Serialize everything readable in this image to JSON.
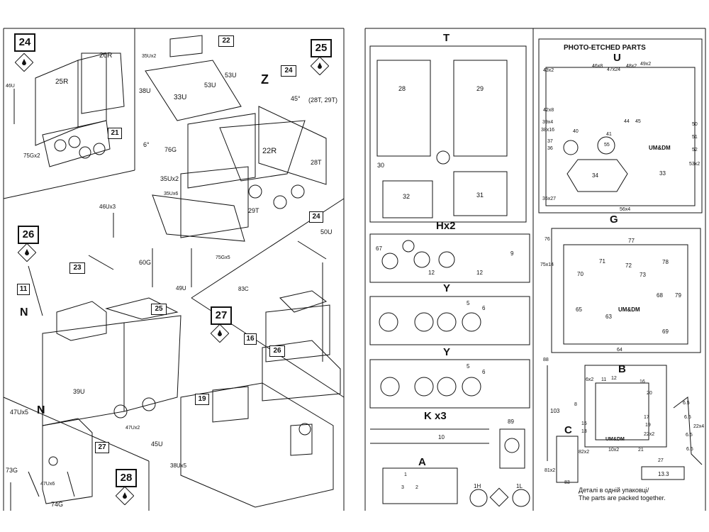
{
  "left_page": {
    "steps": [
      {
        "number": "24",
        "parts": [
          "26R",
          "25R",
          "21",
          "46U",
          "75Gx2"
        ]
      },
      {
        "number": "25",
        "parts": [
          "22",
          "35Ux2",
          "53U",
          "33U",
          "53U",
          "38U",
          "6°",
          "76G",
          "35Ux2",
          "35Ux6",
          "46Ux3",
          "60G",
          "49U",
          "75Gx5",
          "22R",
          "28T",
          "29T",
          "24"
        ]
      },
      {
        "number": "26",
        "parts": [
          "23",
          "11",
          "25",
          "39U",
          "47Ux2",
          "45U",
          "38Ux5",
          "19"
        ]
      },
      {
        "number": "27",
        "parts": [
          "50U",
          "83C",
          "16",
          "26"
        ]
      },
      {
        "number": "28",
        "parts": [
          "47Ux5",
          "73G",
          "47Ux6",
          "74G",
          "27"
        ]
      }
    ],
    "detail_letters": [
      "Z",
      "N",
      "N"
    ],
    "detail_step": "24",
    "angles": [
      "45°"
    ],
    "notes": [
      "(28T, 29T)"
    ]
  },
  "right_page": {
    "sprues": [
      {
        "letter": "T",
        "parts": [
          "28",
          "29",
          "30",
          "32",
          "31"
        ]
      },
      {
        "letter": "Hx2",
        "parts": [
          "67",
          "12",
          "12",
          "9"
        ]
      },
      {
        "letter": "Y",
        "parts": [
          "5",
          "6"
        ]
      },
      {
        "letter": "Y",
        "parts": [
          "5",
          "6"
        ]
      },
      {
        "letter": "K x3",
        "parts": [
          "10"
        ]
      },
      {
        "letter": "A",
        "parts": [
          "1",
          "2",
          "3"
        ]
      }
    ],
    "extra_parts": [
      "89",
      "1H",
      "1L"
    ],
    "photo_etched": {
      "title": "PHOTO-ETCHED PARTS",
      "letter": "U",
      "parts": [
        "46x8",
        "47x24",
        "48x2",
        "49x2",
        "43x2",
        "42x8",
        "39x4",
        "38x16",
        "37",
        "36",
        "40",
        "41",
        "44",
        "45",
        "50",
        "51",
        "52",
        "53x2",
        "34",
        "33",
        "35x27",
        "56x4",
        "55"
      ],
      "brand": "UM&DM"
    },
    "sheet_g": {
      "letter": "G",
      "parts": [
        "76",
        "77",
        "75x14",
        "70",
        "71",
        "72",
        "73",
        "78",
        "68",
        "79",
        "65",
        "63",
        "69",
        "64"
      ],
      "brand": "UM&DM"
    },
    "sheet_b": {
      "letter": "B",
      "parts": [
        "6x2",
        "11",
        "12",
        "16",
        "20",
        "8",
        "17",
        "15",
        "13",
        "19",
        "22x2",
        "10x2",
        "21",
        "88",
        "103"
      ],
      "brand": "UM&DM"
    },
    "sheet_c": {
      "letter": "C",
      "parts": [
        "82x2",
        "81x2",
        "83"
      ]
    },
    "dimensions": [
      "27",
      "13.3",
      "6.5",
      "6.5",
      "6.5",
      "6.5",
      "22x4"
    ],
    "notice_ua": "Деталі в одній упаковці/",
    "notice_en": "The parts are packed together."
  }
}
